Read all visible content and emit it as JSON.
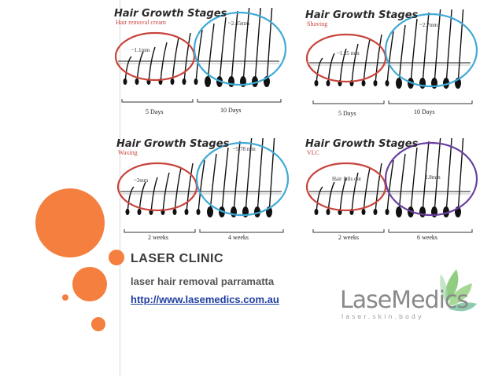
{
  "panels": [
    {
      "title": "Hair Growth Stages",
      "subtitle": "Hair removal cream",
      "left_measure": "~1.1mm",
      "right_measure": "~2.45mm",
      "left_period": "5 Days",
      "right_period": "10 Days",
      "left_circle_color": "#c8443c",
      "right_circle_color": "#3fa9d6"
    },
    {
      "title": "Hair Growth Stages",
      "subtitle": "Shaving",
      "left_measure": "~1.35 mm",
      "right_measure": "~2.7mm",
      "left_period": "5 Days",
      "right_period": "10 Days",
      "left_circle_color": "#c8443c",
      "right_circle_color": "#3fa9d6"
    },
    {
      "title": "Hair Growth Stages",
      "subtitle": "Waxing",
      "left_measure": "~2mm",
      "right_measure": "~5.78 mm",
      "left_period": "2 weeks",
      "right_period": "4 weeks",
      "left_circle_color": "#c8443c",
      "right_circle_color": "#3fa9d6"
    },
    {
      "title": "Hair Growth Stages",
      "subtitle": "VLC",
      "left_measure": "Hair falls out",
      "right_measure": "2.8mm",
      "left_period": "2 weeks",
      "right_period": "6 weeks",
      "left_circle_color": "#c8443c",
      "right_circle_color": "#6a3fa0"
    }
  ],
  "clinic": {
    "title": "LASER CLINIC",
    "subtitle": "laser hair removal parramatta",
    "url": "http://www.lasemedics.com.au"
  },
  "logo": {
    "name": "LaseMedics",
    "tagline": "laser.skin.body",
    "leaf_color": "#7cc46a"
  },
  "accent_color": "#f47f3e"
}
